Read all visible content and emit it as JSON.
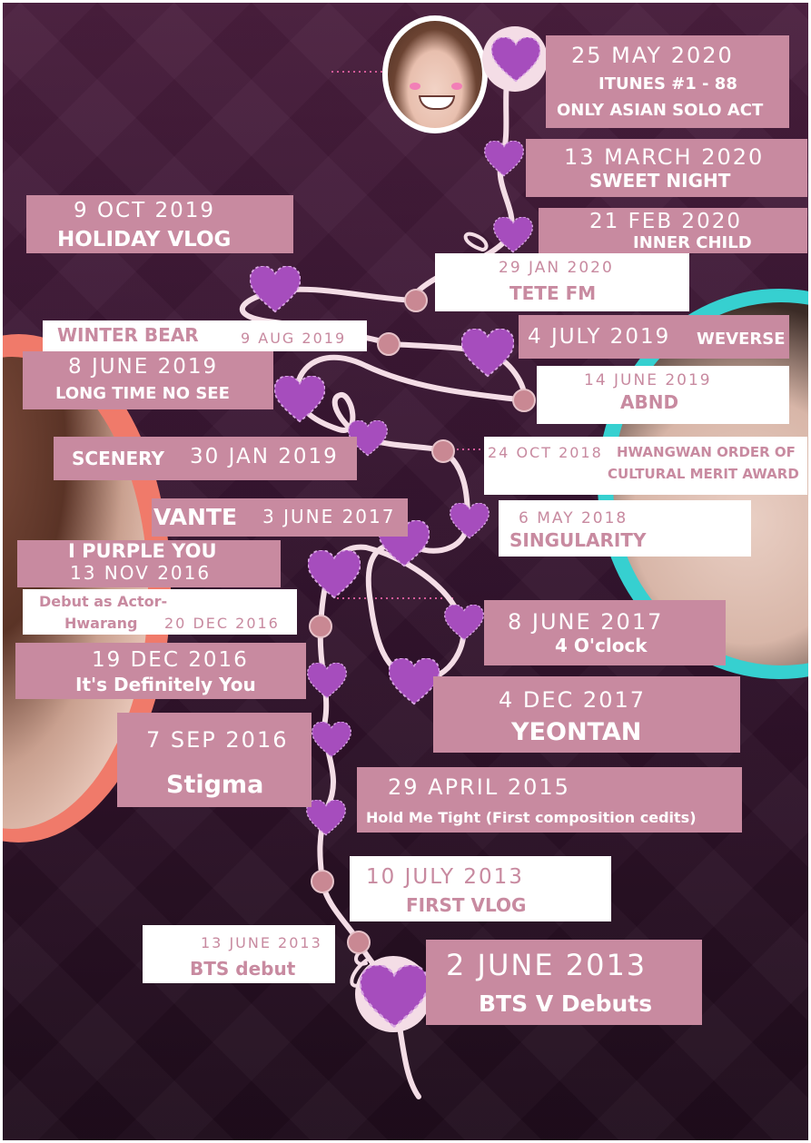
{
  "colors": {
    "box_pink": "#c88aa0",
    "box_white": "#ffffff",
    "heart": "#a64dbd",
    "ribbon": "#f4dde6",
    "dot": "#c98893",
    "ring_coral": "#f07a6a",
    "ring_teal": "#36d0d0"
  },
  "icons": {
    "heart": "heart-icon",
    "dot": "timeline-dot"
  },
  "entries": {
    "e1": {
      "date": "25 MAY 2020",
      "line1": "ITUNES #1 - 88",
      "line2": "ONLY ASIAN SOLO ACT"
    },
    "e2": {
      "date": "13 MARCH 2020",
      "title": "SWEET NIGHT"
    },
    "e3": {
      "date": "9 OCT 2019",
      "title": "HOLIDAY VLOG"
    },
    "e4": {
      "date": "21 FEB 2020",
      "title": "INNER CHILD"
    },
    "e5": {
      "date": "29 JAN 2020",
      "title": "TETE FM"
    },
    "e6": {
      "title": "WINTER BEAR",
      "date": "9 AUG 2019"
    },
    "e7": {
      "date": "4 JULY 2019",
      "title": "WEVERSE"
    },
    "e8": {
      "date": "8 JUNE 2019",
      "title": "LONG TIME NO SEE"
    },
    "e9": {
      "date": "14 JUNE 2019",
      "title": "ABND"
    },
    "e10": {
      "title": "SCENERY",
      "date": "30 JAN 2019"
    },
    "e11": {
      "date": "24 OCT 2018",
      "line1": "HWANGWAN ORDER OF",
      "line2": "CULTURAL MERIT AWARD"
    },
    "e12": {
      "title": "VANTE",
      "date": "3 JUNE 2017"
    },
    "e13": {
      "date": "6 MAY 2018",
      "title": "SINGULARITY"
    },
    "e14": {
      "title": "I PURPLE YOU",
      "date": "13 NOV 2016"
    },
    "e15": {
      "line1": "Debut as Actor-",
      "line2": "Hwarang",
      "date": "20 DEC 2016"
    },
    "e16": {
      "date": "8 JUNE 2017",
      "title": "4 O'clock"
    },
    "e17": {
      "date": "19 DEC 2016",
      "title": "It's Definitely You"
    },
    "e18": {
      "date": "4 DEC 2017",
      "title": "YEONTAN"
    },
    "e19": {
      "date": "7 SEP 2016",
      "title": "Stigma"
    },
    "e20": {
      "date": "29 APRIL 2015",
      "title": "Hold Me Tight (First composition cedits)"
    },
    "e21": {
      "date": "10 JULY 2013",
      "title": "FIRST VLOG"
    },
    "e22": {
      "date": "13 JUNE 2013",
      "title": "BTS debut"
    },
    "e23": {
      "date": "2 JUNE 2013",
      "title": "BTS V Debuts"
    }
  }
}
